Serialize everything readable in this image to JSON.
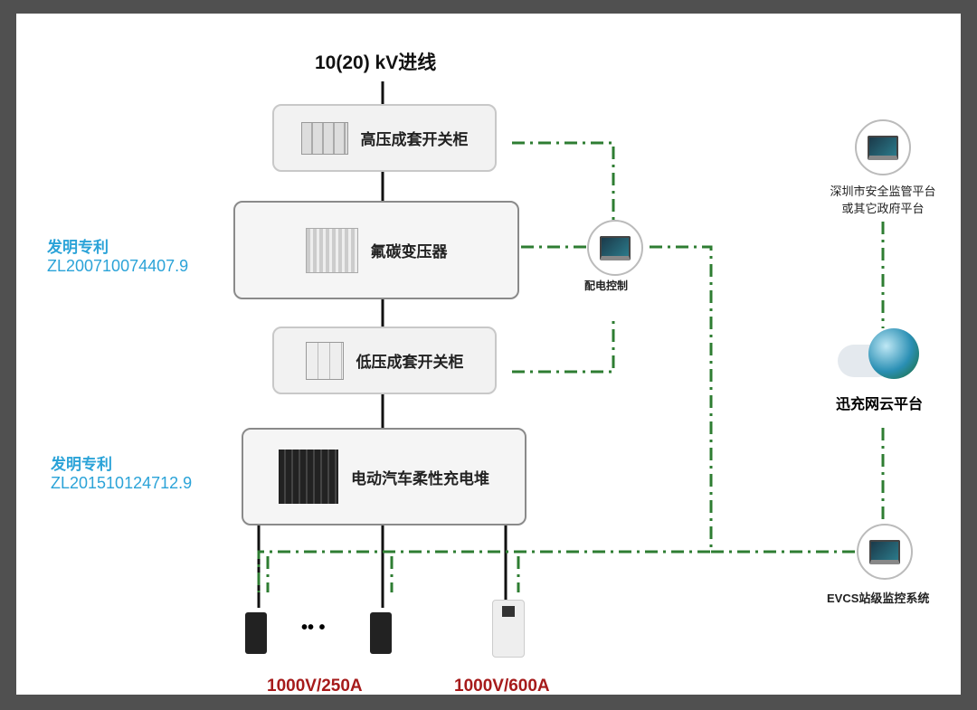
{
  "title": "10(20) kV进线",
  "boxes": {
    "hv": "高压成套开关柜",
    "transformer": "氟碳变压器",
    "lv": "低压成套开关柜",
    "charger": "电动汽车柔性充电堆"
  },
  "patents": [
    {
      "label": "发明专利",
      "number": "ZL200710074407.9"
    },
    {
      "label": "发明专利",
      "number": "ZL201510124712.9"
    }
  ],
  "nodes": {
    "distribution": "配电控制",
    "gov_line1": "深圳市安全监管平台",
    "gov_line2": "或其它政府平台",
    "cloud": "迅充网云平台",
    "evcs": "EVCS站级监控系统"
  },
  "ratings": {
    "small": "1000V/250A",
    "large": "1000V/600A"
  },
  "ellipsis": "•• •",
  "colors": {
    "green": "#2e7d32",
    "blue": "#2ba3d8",
    "red": "#a61b1b"
  }
}
